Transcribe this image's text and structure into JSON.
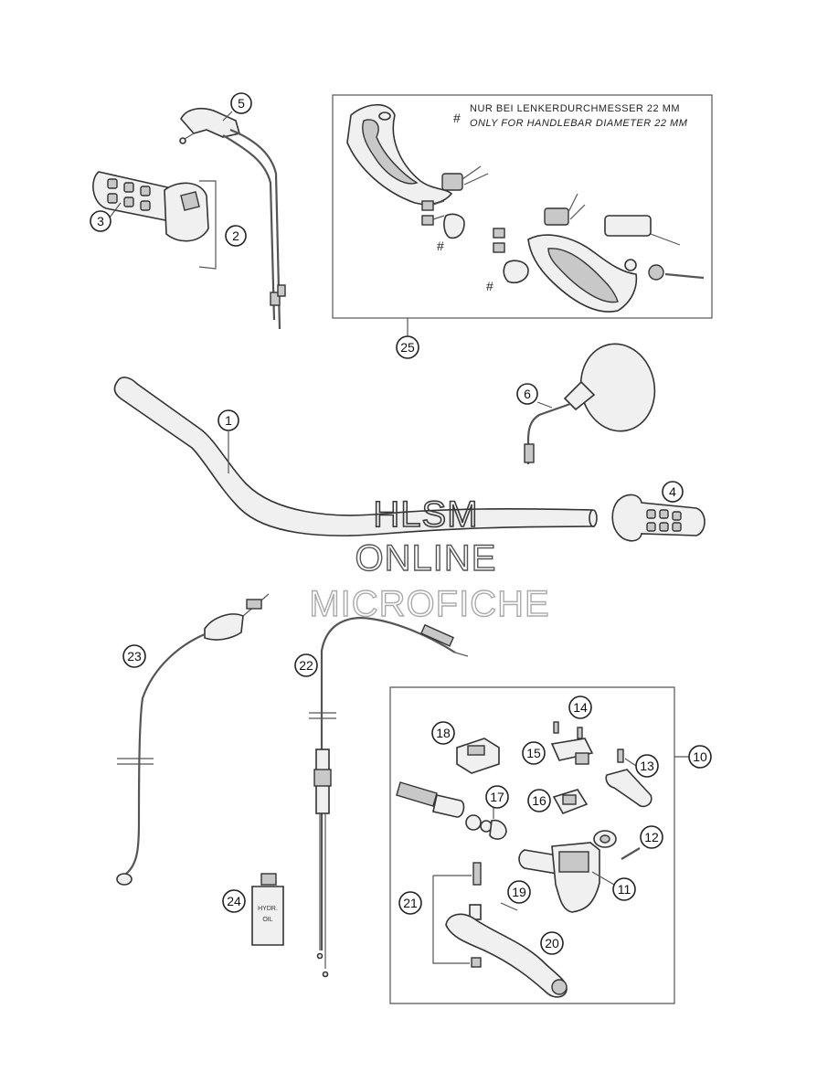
{
  "diagram": {
    "callouts": [
      "1",
      "2",
      "3",
      "4",
      "5",
      "6",
      "10",
      "11",
      "12",
      "13",
      "14",
      "15",
      "16",
      "17",
      "18",
      "19",
      "20",
      "21",
      "22",
      "23",
      "24",
      "25"
    ],
    "note_line_1": "NUR BEI LENKERDURCHMESSER 22 MM",
    "note_line_2": "ONLY FOR HANDLEBAR DIAMETER 22 MM",
    "hash_mark": "#",
    "bottle_label_1": "HYDR.",
    "bottle_label_2": "OIL"
  },
  "watermark": {
    "line_1": "HLSM",
    "line_2": "ONLINE",
    "line_3": "MICROFICHE"
  }
}
